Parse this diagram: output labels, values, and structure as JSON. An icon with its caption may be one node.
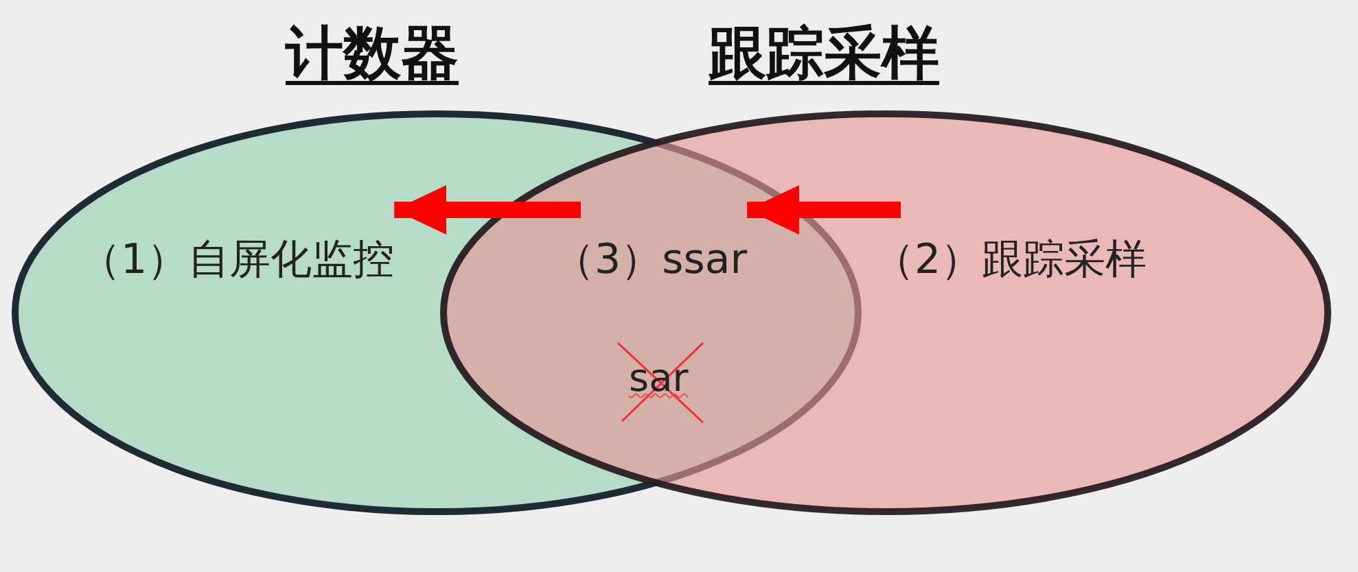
{
  "diagram": {
    "nodes": [
      {
        "text": [
          "计数器"
        ]
      },
      {
        "text": [
          "跟踪采样"
        ]
      },
      {
        "text": [
          "（1）自屏化监控"
        ],
        "in": 0
      },
      {
        "text": [
          "（3）ssar"
        ]
      },
      {
        "text": [
          "（2）跟踪采样"
        ],
        "in": 1
      }
    ],
    "edges": [
      {
        "from": 3,
        "to": 2,
        "arrow": "to"
      },
      {
        "from": 4,
        "to": 3,
        "arrow": "to"
      }
    ],
    "labels": [
      "sar"
    ]
  }
}
